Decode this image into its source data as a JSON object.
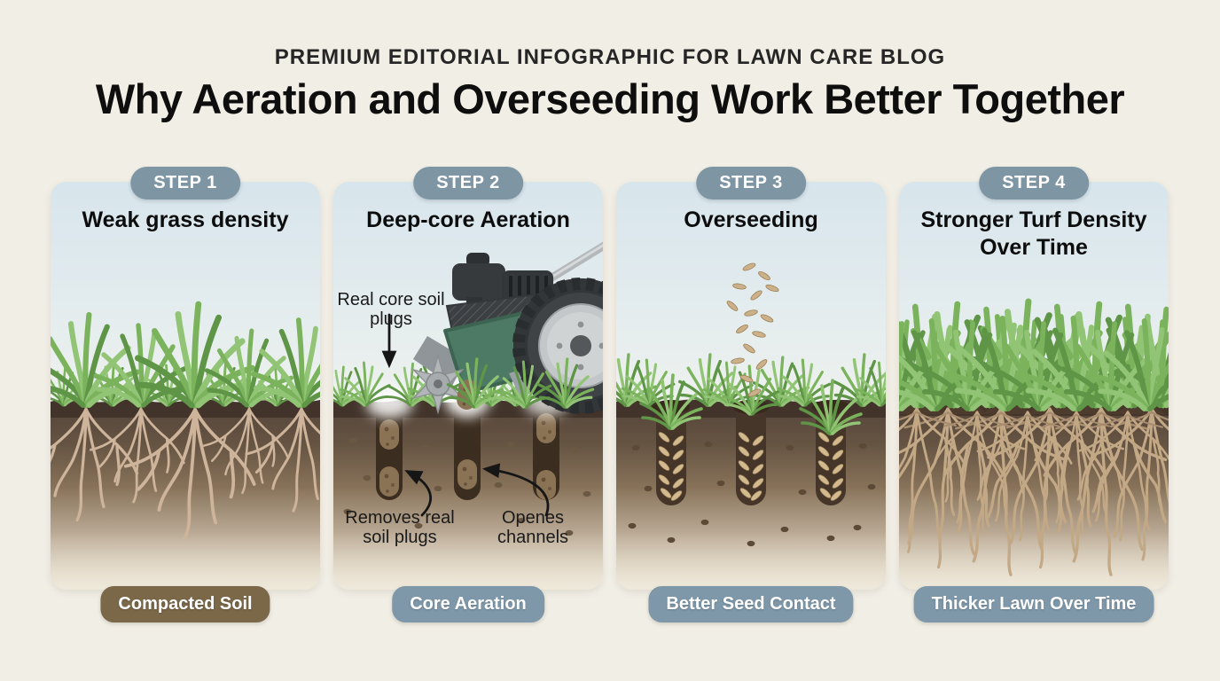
{
  "header": {
    "eyebrow": "PREMIUM EDITORIAL INFOGRAPHIC FOR LAWN CARE BLOG",
    "title": "Why Aeration and Overseeding Work Better Together"
  },
  "palette": {
    "background": "#f1eee5",
    "sky": "#d7e5ec",
    "step_pill": "#7e95a4",
    "grass_green": "#6aa352",
    "soil_brown": "#55453a",
    "seed_tan": "#cbb08a"
  },
  "steps": [
    {
      "badge": "STEP 1",
      "title": "Weak grass density",
      "footer": "Compacted Soil",
      "footer_color": "#7b6849"
    },
    {
      "badge": "STEP 2",
      "title": "Deep-core Aeration",
      "footer": "Core Aeration",
      "footer_color": "#7e98aa",
      "annotations": {
        "plugs_top": "Real core soil plugs",
        "removes": "Removes real soil plugs",
        "opens": "Openes channels"
      }
    },
    {
      "badge": "STEP 3",
      "title": "Overseeding",
      "footer": "Better Seed Contact",
      "footer_color": "#7e98aa"
    },
    {
      "badge": "STEP 4",
      "title": "Stronger Turf Density Over Time",
      "footer": "Thicker Lawn Over Time",
      "footer_color": "#7e98aa"
    }
  ]
}
